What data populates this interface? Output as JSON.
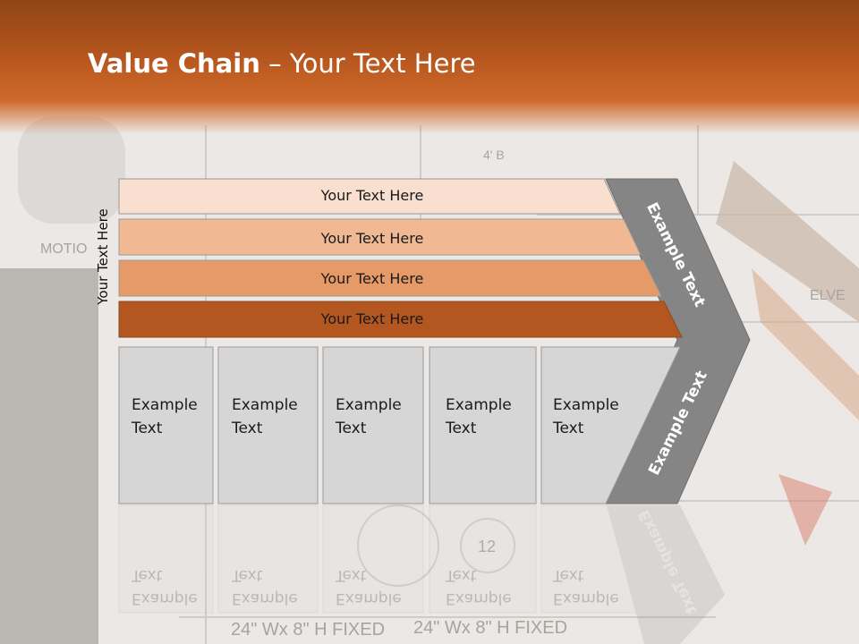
{
  "slide": {
    "title_bold": "Value Chain",
    "title_rest": " – Your Text Here",
    "side_label": "Your Text Here"
  },
  "bars": [
    {
      "label": "Your Text Here",
      "color": "#f8dfcf"
    },
    {
      "label": "Your Text Here",
      "color": "#f0b993"
    },
    {
      "label": "Your Text Here",
      "color": "#e59a68"
    },
    {
      "label": "Your Text Here",
      "color": "#b3561f"
    }
  ],
  "boxes": [
    {
      "line1": "Example",
      "line2": "Text"
    },
    {
      "line1": "Example",
      "line2": "Text"
    },
    {
      "line1": "Example",
      "line2": "Text"
    },
    {
      "line1": "Example",
      "line2": "Text"
    },
    {
      "line1": "Example",
      "line2": "Text"
    }
  ],
  "chevron": {
    "top_label": "Example Text",
    "bottom_label": "Example Text",
    "color": "#858585"
  },
  "colors": {
    "accent": "#c0601f",
    "box_fill": "#d6d6d6"
  }
}
